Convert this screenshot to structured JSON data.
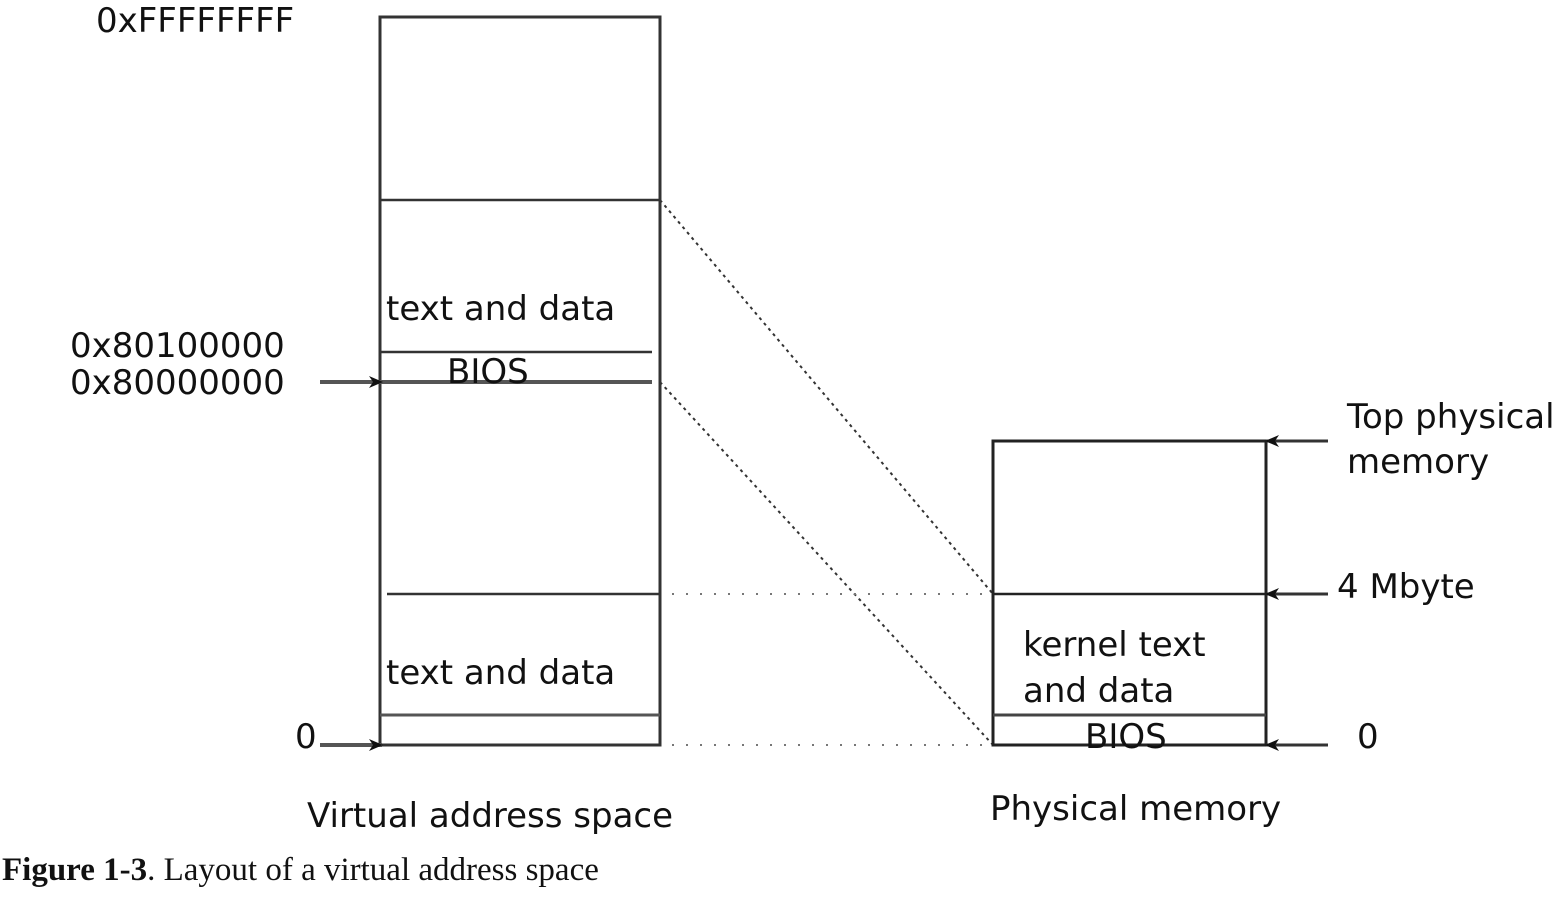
{
  "diagram": {
    "virtual": {
      "title": "Virtual address space",
      "addresses": {
        "top": "0xFFFFFFFF",
        "kernel_link": "0x80100000",
        "kernbase": "0x80000000",
        "zero": "0"
      },
      "regions": {
        "kernel_text_data": "text and data",
        "kernel_bios": "BIOS",
        "user_text_data": "text and data"
      }
    },
    "physical": {
      "title": "Physical memory",
      "markers": {
        "top_line1": "Top physical",
        "top_line2": "memory",
        "four_mb": "4 Mbyte",
        "zero": "0"
      },
      "regions": {
        "kernel_line1": "kernel text",
        "kernel_line2": "and data",
        "bios": "BIOS"
      }
    },
    "colors": {
      "stroke": "#333333",
      "text": "#111111"
    }
  },
  "caption": {
    "label": "Figure 1-3",
    "text": ".  Layout of a virtual address space"
  }
}
